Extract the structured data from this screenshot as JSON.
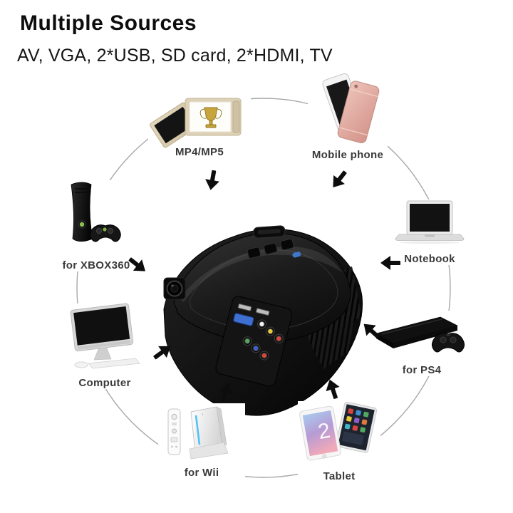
{
  "header": {
    "title": "Multiple Sources",
    "subtitle": "AV, VGA, 2*USB, SD card, 2*HDMI, TV"
  },
  "hub": {
    "icon": "projector-icon"
  },
  "devices": [
    {
      "id": "mp4",
      "label": "MP4/MP5",
      "icon": "media-player-icon"
    },
    {
      "id": "phone",
      "label": "Mobile phone",
      "icon": "smartphone-icon"
    },
    {
      "id": "notebook",
      "label": "Notebook",
      "icon": "laptop-icon"
    },
    {
      "id": "ps4",
      "label": "for PS4",
      "icon": "ps4-console-icon"
    },
    {
      "id": "tablet",
      "label": "Tablet",
      "icon": "tablet-icon",
      "screen_text": "2"
    },
    {
      "id": "wii",
      "label": "for Wii",
      "icon": "wii-console-icon"
    },
    {
      "id": "computer",
      "label": "Computer",
      "icon": "desktop-computer-icon"
    },
    {
      "id": "xbox360",
      "label": "for XBOX360",
      "icon": "xbox360-console-icon"
    }
  ],
  "colors": {
    "background": "#ffffff",
    "title_text": "#0d0d0d",
    "label_text": "#3a3a3a",
    "ring_line": "#a8a8a8",
    "arrow": "#0d0d0d",
    "rose_gold": "#d99a90",
    "wii_slot_blue": "#4fc3f2",
    "xbox_green": "#8ec04e",
    "vga_port_blue": "#3f6fd0",
    "rca_yellow": "#e8c93a",
    "rca_red": "#d9453c",
    "rca_green": "#52a85e",
    "rca_blue": "#3f62c9"
  }
}
